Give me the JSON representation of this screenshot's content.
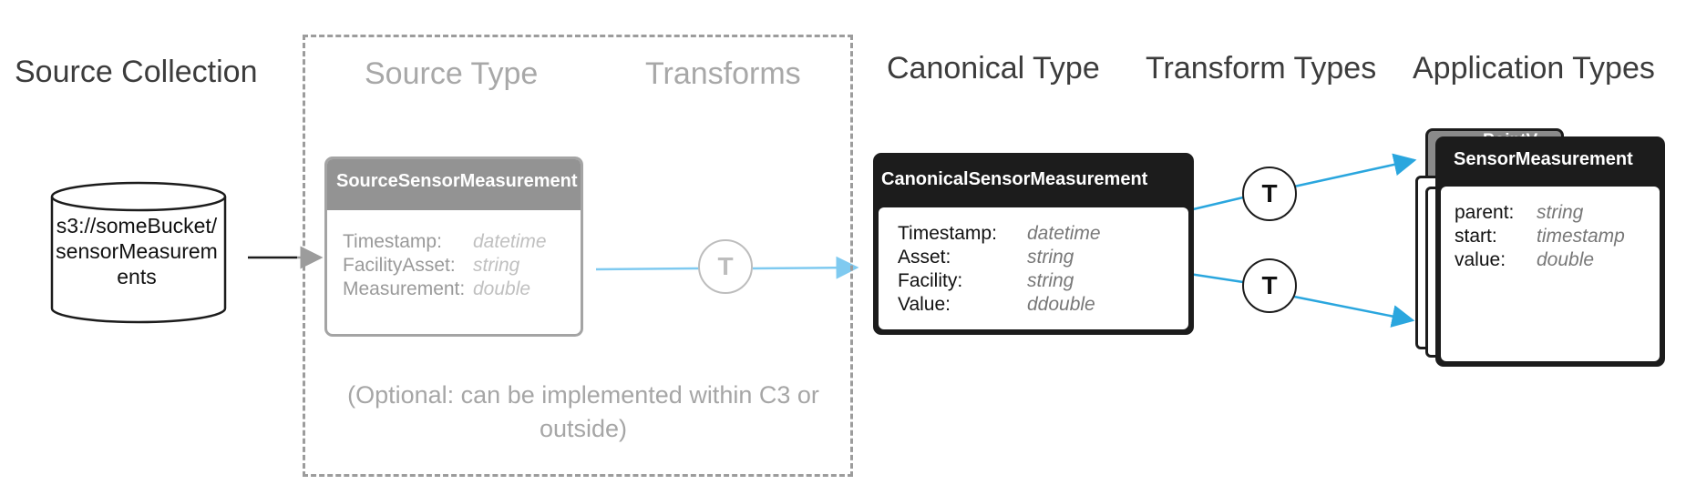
{
  "headings": {
    "source_collection": "Source Collection",
    "source_type": "Source Type",
    "transforms": "Transforms",
    "canonical_type": "Canonical Type",
    "transform_types": "Transform Types",
    "application_types": "Application Types"
  },
  "source_collection": {
    "label": "s3://someBucket/ sensorMeasurem ents"
  },
  "source_type_card": {
    "title": "SourceSensorMeasurement",
    "fields": [
      {
        "name": "Timestamp:",
        "type": "datetime"
      },
      {
        "name": "FacilityAsset:",
        "type": "string"
      },
      {
        "name": "Measurement:",
        "type": "double"
      }
    ]
  },
  "transform_symbol": "T",
  "canonical_card": {
    "title": "CanonicalSensorMeasurement",
    "fields": [
      {
        "name": "Timestamp:",
        "type": "datetime"
      },
      {
        "name": "Asset:",
        "type": "string"
      },
      {
        "name": "Facility:",
        "type": "string"
      },
      {
        "name": "Value:",
        "type": "ddouble"
      }
    ]
  },
  "application_card": {
    "back_title": "PointV...",
    "title": "SensorMeasurement",
    "fields": [
      {
        "name": "parent:",
        "type": "string"
      },
      {
        "name": "start:",
        "type": "timestamp"
      },
      {
        "name": "value:",
        "type": "double"
      }
    ]
  },
  "optional_note": "(Optional: can be implemented within C3 or outside)",
  "colors": {
    "arrow_blue": "#2aa6de",
    "faded_arrow_blue": "#7fcaf0",
    "card_dark": "#1c1c1c",
    "card_gray": "#939393"
  }
}
